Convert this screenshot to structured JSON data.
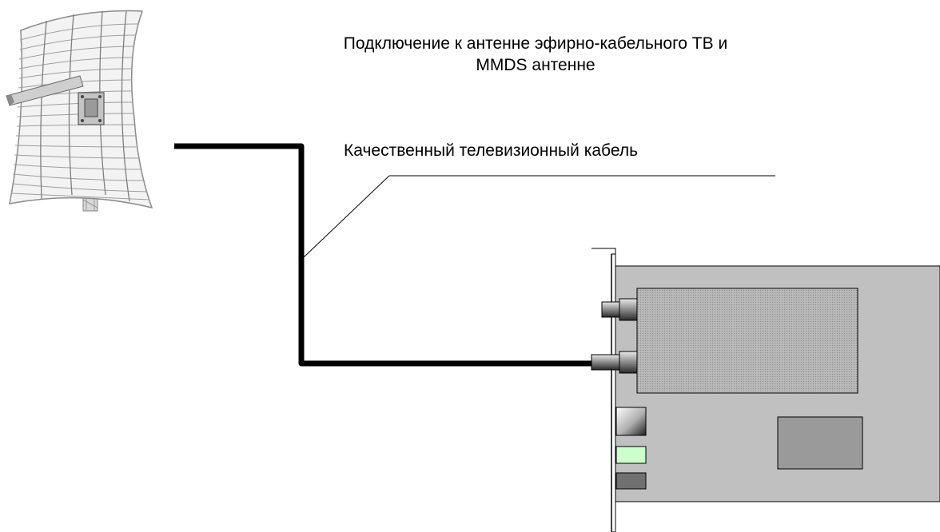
{
  "title": {
    "line1": "Подключение к антенне эфирно-кабельного ТВ и",
    "line2": "MMDS антенне"
  },
  "cable_label": "Качественный телевизионный кабель",
  "icons": {
    "antenna": "grid-parabolic-antenna-icon",
    "tuner_card": "pci-tv-tuner-card"
  },
  "colors": {
    "cable": "#000000",
    "card_body": "#c0c0c0",
    "tuner_module": "#a8a8a8",
    "chip": "#9a9a9a",
    "led_green": "#ccffcc",
    "port_dark": "#707070"
  }
}
